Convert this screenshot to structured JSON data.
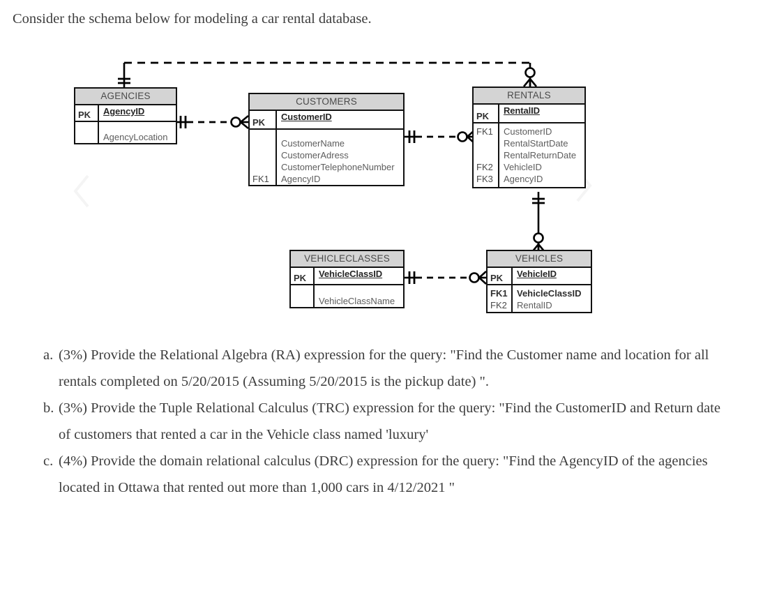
{
  "intro": {
    "text": "Consider the schema below for modeling a car rental database."
  },
  "diagram": {
    "tables": [
      {
        "name": "AGENCIES",
        "title": "AGENCIES",
        "pk_key": "PK",
        "pk_field": "AgencyID",
        "attr_keys": [
          ""
        ],
        "attr_fields": [
          "AgencyLocation"
        ]
      },
      {
        "name": "CUSTOMERS",
        "title": "CUSTOMERS",
        "pk_key": "PK",
        "pk_field": "CustomerID",
        "attr_keys": [
          "",
          "",
          "",
          "FK1"
        ],
        "attr_fields": [
          "CustomerName",
          "CustomerAdress",
          "CustomerTelephoneNumber",
          "AgencyID"
        ]
      },
      {
        "name": "RENTALS",
        "title": "RENTALS",
        "pk_key": "PK",
        "pk_field": "RentalID",
        "attr_keys": [
          "FK1",
          "",
          "",
          "FK2",
          "FK3"
        ],
        "attr_fields": [
          "CustomerID",
          "RentalStartDate",
          "RentalReturnDate",
          "VehicleID",
          "AgencyID"
        ]
      },
      {
        "name": "VEHICLECLASSES",
        "title": "VEHICLECLASSES",
        "pk_key": "PK",
        "pk_field": "VehicleClassID",
        "attr_keys": [
          ""
        ],
        "attr_fields": [
          "VehicleClassName"
        ]
      },
      {
        "name": "VEHICLES",
        "title": "VEHICLES",
        "pk_key": "PK",
        "pk_field": "VehicleID",
        "attr_keys": [
          "FK1",
          "FK2"
        ],
        "attr_fields": [
          "VehicleClassID",
          "RentalID"
        ]
      }
    ],
    "relationships": [
      {
        "from": "AGENCIES",
        "to": "RENTALS",
        "line": "dashed",
        "from_cardinality": "one-and-only-one",
        "to_cardinality": "zero-or-many"
      },
      {
        "from": "AGENCIES",
        "to": "CUSTOMERS",
        "line": "dashed",
        "from_cardinality": "one-and-only-one",
        "to_cardinality": "zero-or-many"
      },
      {
        "from": "CUSTOMERS",
        "to": "RENTALS",
        "line": "dashed",
        "from_cardinality": "one-and-only-one",
        "to_cardinality": "zero-or-many"
      },
      {
        "from": "RENTALS",
        "to": "VEHICLES",
        "line": "solid",
        "from_cardinality": "one-and-only-one",
        "to_cardinality": "zero-or-many"
      },
      {
        "from": "VEHICLECLASSES",
        "to": "VEHICLES",
        "line": "dashed",
        "from_cardinality": "one-and-only-one",
        "to_cardinality": "zero-or-many"
      }
    ],
    "carousel": {
      "prev_icon": "chevron-left-icon",
      "next_icon": "chevron-right-icon"
    }
  },
  "questions": [
    {
      "marker": "a.",
      "text": "(3%) Provide the Relational Algebra (RA) expression for the query: \"Find the Customer name and location for all rentals completed on 5/20/2015 (Assuming 5/20/2015  is the pickup date) \"."
    },
    {
      "marker": "b.",
      "text": "(3%) Provide the Tuple Relational Calculus (TRC) expression for the query: \"Find the CustomerID and Return date of customers that rented a car in the Vehicle class named 'luxury'"
    },
    {
      "marker": "c.",
      "text": "(4%) Provide the domain relational calculus (DRC) expression for the query: \"Find the AgencyID of the agencies located in Ottawa that rented out more than 1,000 cars in 4/12/2021 \""
    }
  ],
  "colors": {
    "table_header_fill": "#d4d4d4",
    "table_border": "#111111",
    "text": "#3d3d3d",
    "connector": "#000000"
  }
}
